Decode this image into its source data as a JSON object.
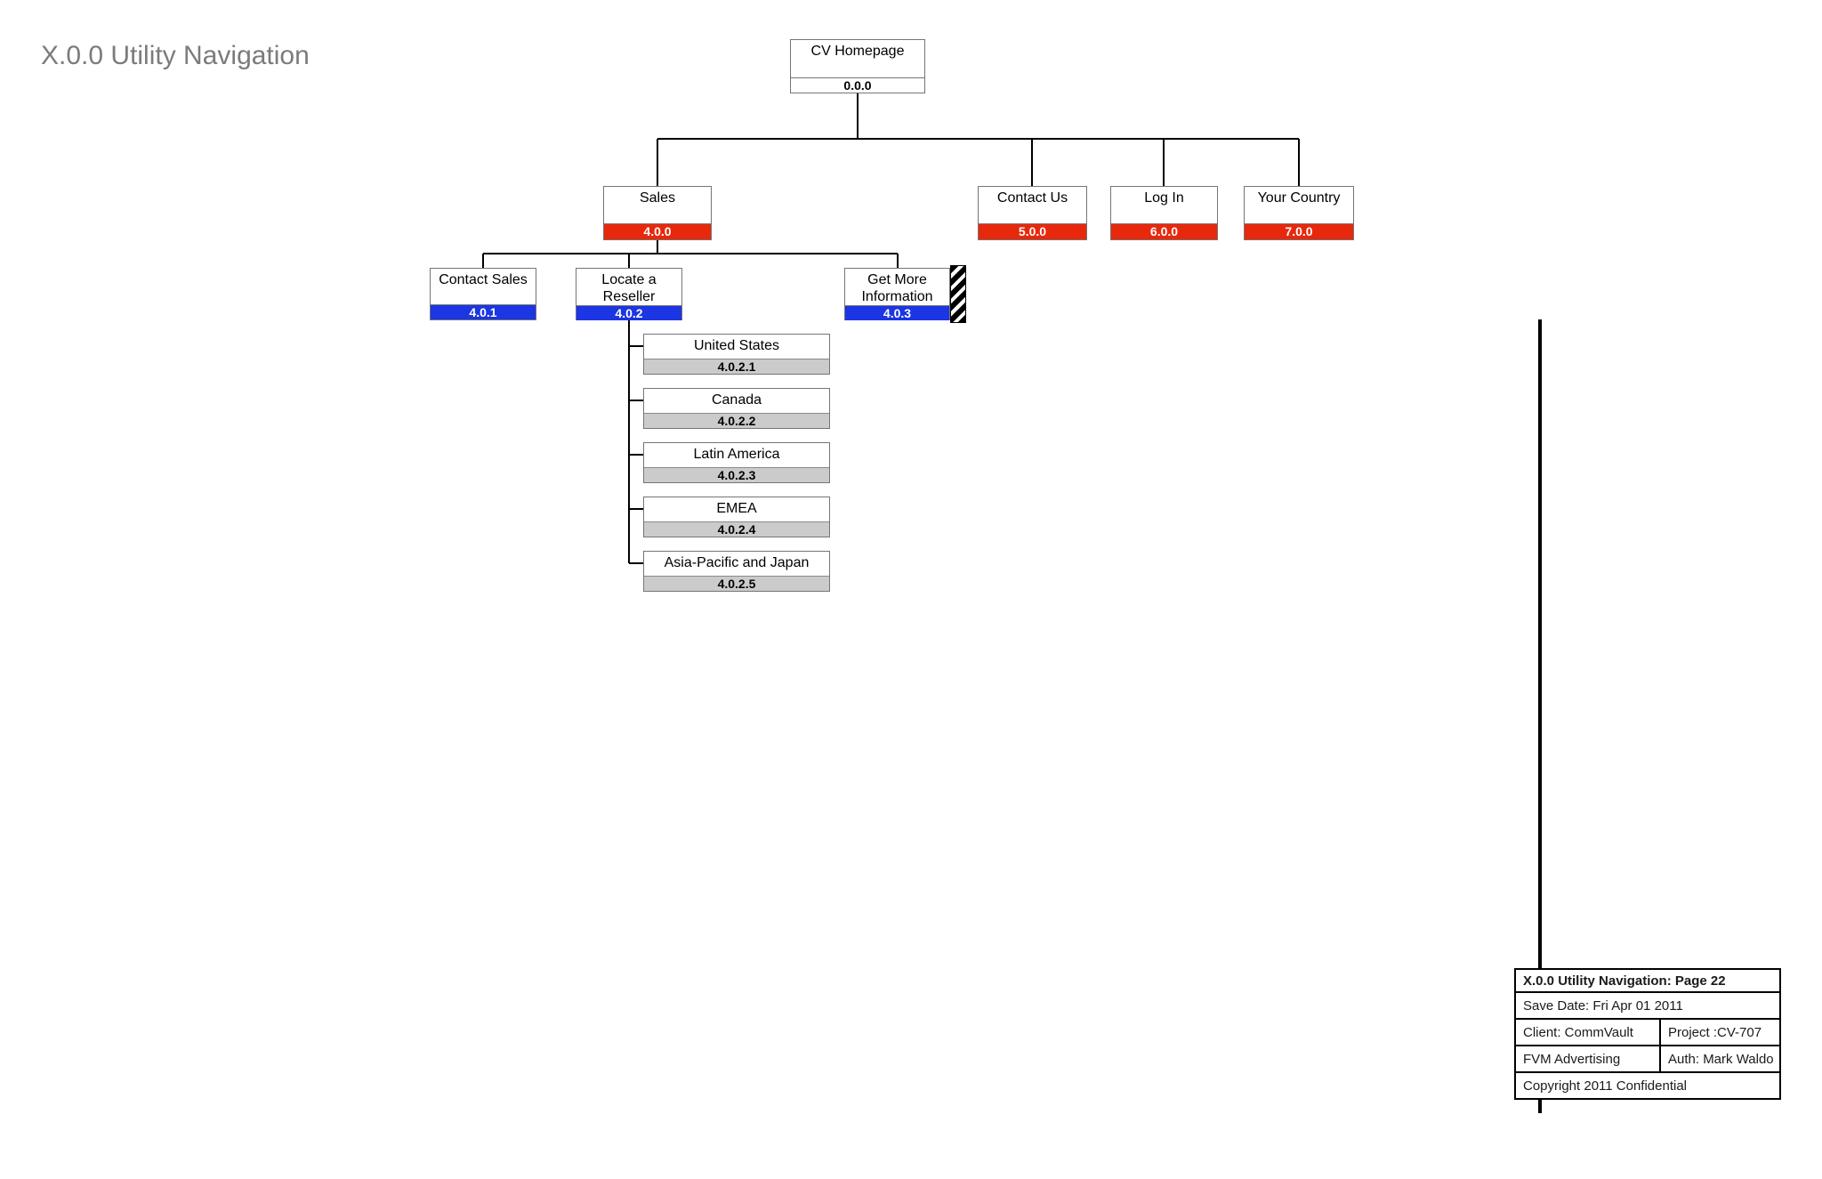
{
  "page": {
    "title": "X.0.0 Utility Navigation"
  },
  "colors": {
    "accent_red": "#e8280c",
    "accent_blue": "#1b36e2",
    "strip_gray": "#cbcbcb",
    "border_gray": "#757575",
    "title_gray": "#7b7b7b",
    "line_black": "#000000"
  },
  "nodes": {
    "cv_homepage": {
      "label": "CV Homepage",
      "code": "0.0.0"
    },
    "sales": {
      "label": "Sales",
      "code": "4.0.0"
    },
    "contact_us": {
      "label": "Contact Us",
      "code": "5.0.0"
    },
    "log_in": {
      "label": "Log In",
      "code": "6.0.0"
    },
    "your_country": {
      "label": "Your Country",
      "code": "7.0.0"
    },
    "contact_sales": {
      "label": "Contact Sales",
      "code": "4.0.1"
    },
    "locate_reseller": {
      "label": "Locate a Reseller",
      "code": "4.0.2"
    },
    "get_more_info": {
      "label": "Get More Information",
      "code": "4.0.3"
    },
    "united_states": {
      "label": "United States",
      "code": "4.0.2.1"
    },
    "canada": {
      "label": "Canada",
      "code": "4.0.2.2"
    },
    "latin_america": {
      "label": "Latin America",
      "code": "4.0.2.3"
    },
    "emea": {
      "label": "EMEA",
      "code": "4.0.2.4"
    },
    "asia_pacific": {
      "label": "Asia-Pacific and Japan",
      "code": "4.0.2.5"
    }
  },
  "info_table": {
    "title": "X.0.0 Utility Navigation: Page 22",
    "save_date": "Save Date: Fri Apr 01 2011",
    "client": "Client: CommVault",
    "project": "Project :CV-707",
    "agency": "FVM Advertising",
    "author": "Auth: Mark Waldo",
    "copyright": "Copyright 2011 Confidential"
  }
}
